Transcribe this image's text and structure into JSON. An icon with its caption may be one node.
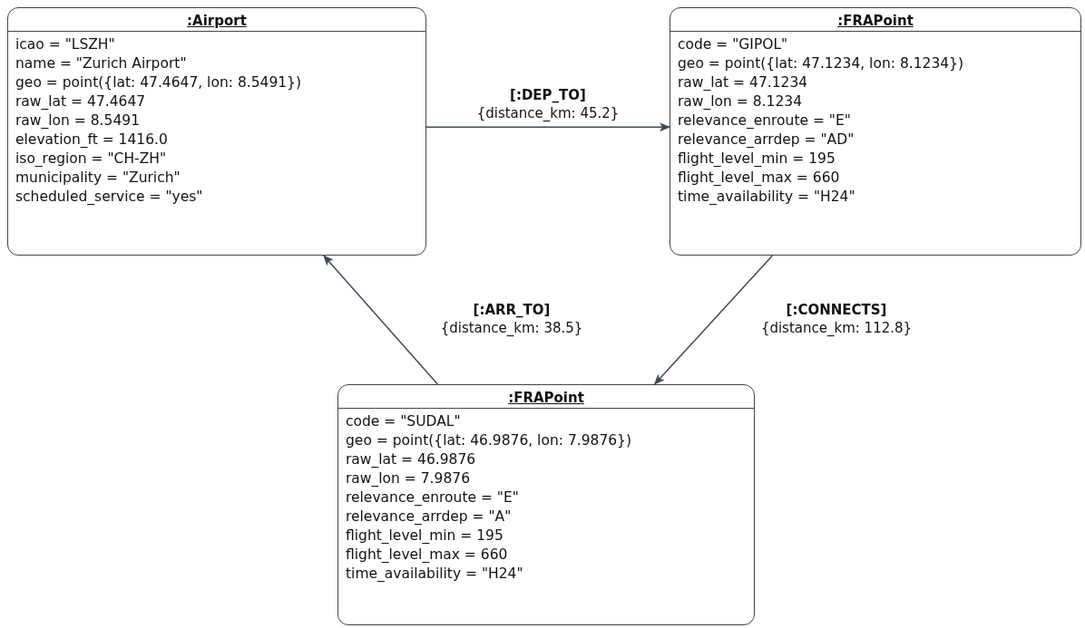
{
  "diagram": {
    "nodes": [
      {
        "text": [
          ":Airport",
          "icao = \"LSZH\"",
          "name = \"Zurich Airport\"",
          "geo = point({lat: 47.4647, lon: 8.5491})",
          "raw_lat = 47.4647",
          "raw_lon = 8.5491",
          "elevation_ft = 1416.0",
          "iso_region = \"CH-ZH\"",
          "municipality = \"Zurich\"",
          "scheduled_service = \"yes\""
        ]
      },
      {
        "text": [
          ":FRAPoint",
          "code = \"GIPOL\"",
          "geo = point({lat: 47.1234, lon: 8.1234})",
          "raw_lat = 47.1234",
          "raw_lon = 8.1234",
          "relevance_enroute = \"E\"",
          "relevance_arrdep = \"AD\"",
          "flight_level_min = 195",
          "flight_level_max = 660",
          "time_availability = \"H24\""
        ]
      },
      {
        "text": [
          ":FRAPoint",
          "code = \"SUDAL\"",
          "geo = point({lat: 46.9876, lon: 7.9876})",
          "raw_lat = 46.9876",
          "raw_lon = 7.9876",
          "relevance_enroute = \"E\"",
          "relevance_arrdep = \"A\"",
          "flight_level_min = 195",
          "flight_level_max = 660",
          "time_availability = \"H24\""
        ]
      }
    ],
    "edges": [
      {
        "from": 0,
        "to": 1,
        "arrow": "to",
        "label": "**[:DEP_TO]** {distance_km: 45.2}"
      },
      {
        "from": 1,
        "to": 2,
        "arrow": "to",
        "label": "**[:CONNECTS]** {distance_km: 112.8}"
      },
      {
        "from": 2,
        "to": 0,
        "arrow": "to",
        "label": "**[:ARR_TO]** {distance_km: 38.5}"
      }
    ]
  }
}
